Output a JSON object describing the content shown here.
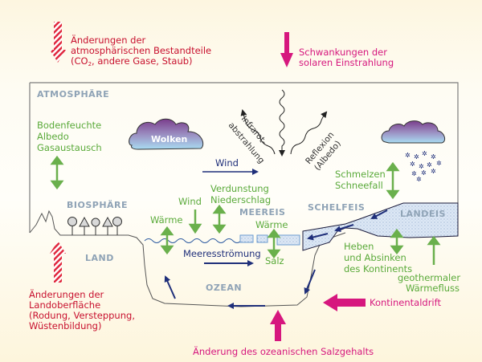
{
  "diagram": {
    "title": "Klimasystem – Komponenten und Wechselwirkungen",
    "colors": {
      "external_red": "#c8102e",
      "external_magenta": "#d6177e",
      "process_green": "#5aaa3a",
      "flow_navy": "#1f2f7a",
      "component_gray": "#8fa3b6",
      "cloud_top": "#7a3d8c",
      "cloud_bottom": "#a9dcf2",
      "ice_fill": "#dde8f5"
    },
    "external_forcings": {
      "atmosphere_composition": {
        "line1": "Änderungen der",
        "line2": "atmosphärischen Bestandteile",
        "line3_pre": "(CO",
        "line3_sub": "2",
        "line3_post": ", andere Gase, Staub)"
      },
      "solar": {
        "line1": "Schwankungen der",
        "line2": "solaren Einstrahlung"
      },
      "land_surface": {
        "line1": "Änderungen der",
        "line2": "Landoberfläche",
        "line3": "(Rodung, Versteppung,",
        "line4": "Wüstenbildung)"
      },
      "continental_drift": "Kontinentaldrift",
      "ocean_salinity": "Änderung des ozeanischen Salzgehalts"
    },
    "components": {
      "atmosphere": "ATMOSPHÄRE",
      "biosphere": "BIOSPHÄRE",
      "land": "LAND",
      "sea_ice": "MEEREIS",
      "ice_shelf": "SCHELFEIS",
      "land_ice": "LANDEIS",
      "ocean": "OZEAN"
    },
    "clouds": {
      "left_label": "Wolken"
    },
    "radiation": {
      "infrared_line1": "Infrarot-",
      "infrared_line2": "abstrahlung",
      "reflection_line1": "Reflexion",
      "reflection_line2": "(Albedo)"
    },
    "processes": {
      "soil": {
        "line1": "Bodenfeuchte",
        "line2": "Albedo",
        "line3": "Gasaustausch"
      },
      "wind_upper": "Wind",
      "evaporation": {
        "line1": "Verdunstung",
        "line2": "Niederschlag"
      },
      "wind_ocean": "Wind",
      "heat_ocean": "Wärme",
      "heat_seaice": "Wärme",
      "salt": "Salz",
      "ocean_current": "Meeresströmung",
      "melting": {
        "line1": "Schmelzen",
        "line2": "Schneefall"
      },
      "uplift": {
        "line1": "Heben",
        "line2": "und Absinken",
        "line3": "des Kontinents"
      },
      "geothermal": {
        "line1": "geothermaler",
        "line2": "Wärmefluss"
      }
    }
  }
}
